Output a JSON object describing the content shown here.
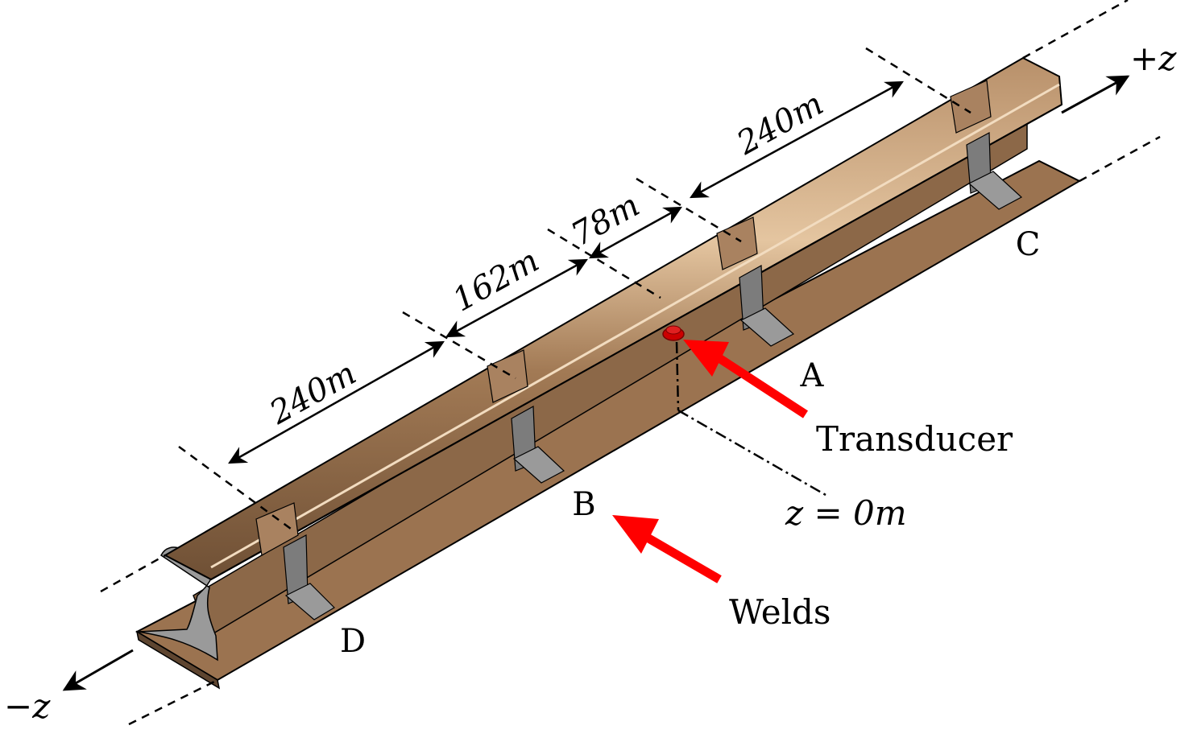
{
  "figure": {
    "dimensions": [
      {
        "id": "dim-left",
        "label": "240m"
      },
      {
        "id": "dim-mid1",
        "label": "162m"
      },
      {
        "id": "dim-mid2",
        "label": "78m"
      },
      {
        "id": "dim-right",
        "label": "240m"
      }
    ],
    "welds": [
      {
        "id": "A",
        "label": "A"
      },
      {
        "id": "B",
        "label": "B"
      },
      {
        "id": "C",
        "label": "C"
      },
      {
        "id": "D",
        "label": "D"
      }
    ],
    "axis": {
      "plus": "+z",
      "minus": "−z",
      "origin": "z = 0m"
    },
    "annotations": {
      "transducer": "Transducer",
      "welds": "Welds"
    },
    "colors": {
      "rail_top": "#c9a27a",
      "rail_web": "#8c6848",
      "rail_foot": "#9b7350",
      "rail_dark": "#5e4530",
      "weld": "#8a8a8a",
      "weld_dark": "#555555",
      "arrow": "#ff0000",
      "transducer": "#cc0000"
    }
  }
}
